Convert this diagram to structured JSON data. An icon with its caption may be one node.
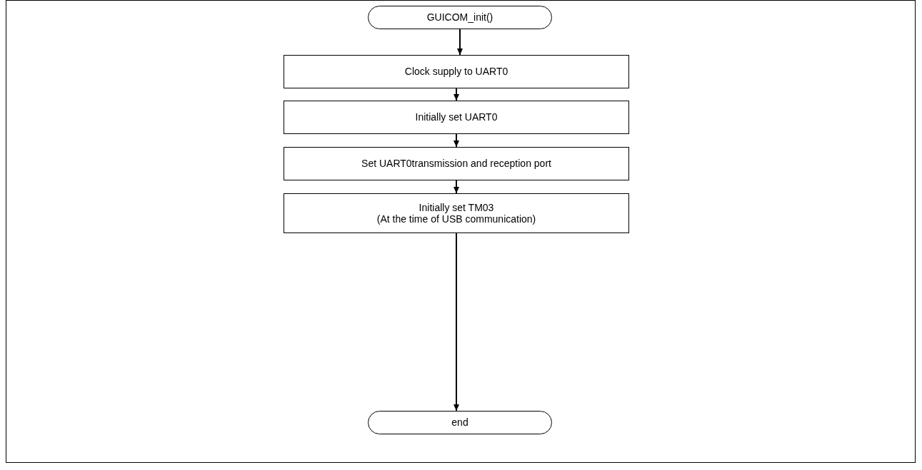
{
  "diagram": {
    "nodes": [
      {
        "text": [
          "GUICOM_init()"
        ]
      },
      {
        "text": [
          "Clock supply to UART0"
        ]
      },
      {
        "text": [
          "Initially set UART0"
        ]
      },
      {
        "text": [
          "Set UART0transmission and reception port"
        ]
      },
      {
        "text": [
          "Initially set TM03",
          "(At the time of USB communication)"
        ]
      },
      {
        "text": [
          "end"
        ]
      }
    ],
    "edges": [
      {
        "from": 0,
        "to": 1,
        "arrow": "to"
      },
      {
        "from": 1,
        "to": 2,
        "arrow": "to"
      },
      {
        "from": 2,
        "to": 3,
        "arrow": "to"
      },
      {
        "from": 3,
        "to": 4,
        "arrow": "to"
      },
      {
        "from": 4,
        "to": 5,
        "arrow": "to"
      }
    ]
  }
}
